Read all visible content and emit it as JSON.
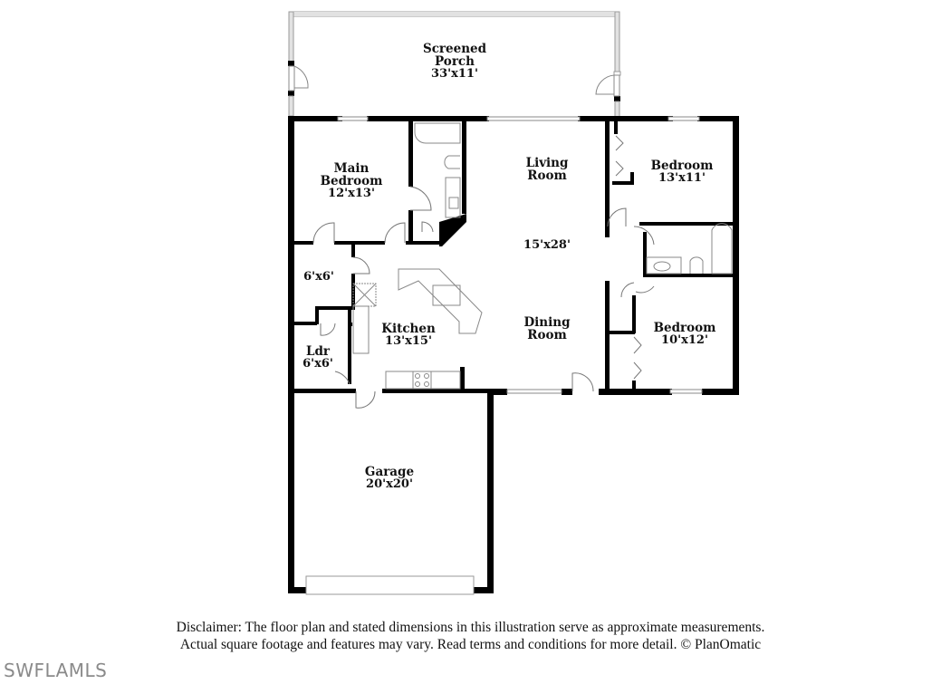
{
  "floorplan": {
    "rooms": [
      {
        "id": "screened-porch",
        "name": "Screened Porch",
        "name_lines": [
          "Screened",
          "Porch"
        ],
        "dimensions": "33'x11'"
      },
      {
        "id": "main-bedroom",
        "name": "Main Bedroom",
        "name_lines": [
          "Main",
          "Bedroom"
        ],
        "dimensions": "12'x13'"
      },
      {
        "id": "living-room",
        "name": "Living Room",
        "name_lines": [
          "Living",
          "Room"
        ],
        "dimensions": "15'x28'"
      },
      {
        "id": "bedroom-1",
        "name": "Bedroom",
        "name_lines": [
          "Bedroom"
        ],
        "dimensions": "13'x11'"
      },
      {
        "id": "closet-6x6",
        "name": "",
        "name_lines": [],
        "dimensions": "6'x6'"
      },
      {
        "id": "kitchen",
        "name": "Kitchen",
        "name_lines": [
          "Kitchen"
        ],
        "dimensions": "13'x15'"
      },
      {
        "id": "dining-room",
        "name": "Dining Room",
        "name_lines": [
          "Dining",
          "Room"
        ],
        "dimensions": ""
      },
      {
        "id": "bedroom-2",
        "name": "Bedroom",
        "name_lines": [
          "Bedroom"
        ],
        "dimensions": "10'x12'"
      },
      {
        "id": "laundry",
        "name": "Ldr",
        "name_lines": [
          "Ldr"
        ],
        "dimensions": "6'x6'"
      },
      {
        "id": "garage",
        "name": "Garage",
        "name_lines": [
          "Garage"
        ],
        "dimensions": "20'x20'"
      }
    ],
    "colors": {
      "wall": "#000000",
      "porch_wall": "#d4d4d4",
      "fixture": "#777777",
      "text": "#111111",
      "watermark": "#8a8a8a",
      "background": "#ffffff"
    }
  },
  "footer": {
    "disclaimer_line1": "Disclaimer: The floor plan and stated dimensions in this illustration serve as approximate measurements.",
    "disclaimer_line2": "Actual square footage and features may vary. Read terms and conditions for more detail. © PlanOmatic",
    "watermark": "SWFLAMLS"
  }
}
